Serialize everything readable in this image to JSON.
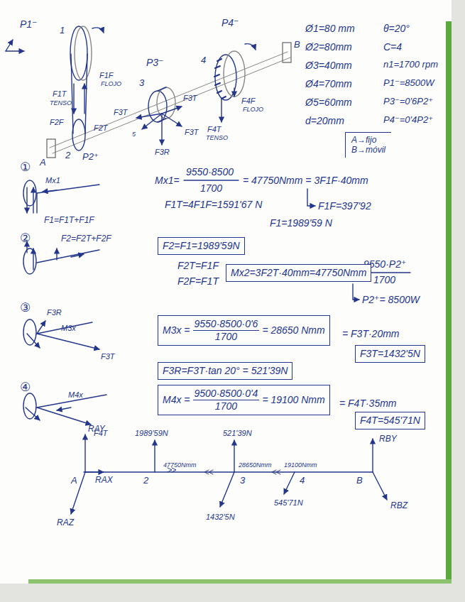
{
  "diagram": {
    "nodes": [
      {
        "text": [
          "A→fijo",
          "B→móvil"
        ]
      },
      {
        "text": [
          "F2=F1=1989'59N"
        ]
      },
      {
        "text": [
          "Mx2=3F2T·40mm=47750Nmm"
        ]
      },
      {
        "text": [
          "M3x =",
          "9550·8500·0'6",
          "1700",
          "= 28650 Nmm"
        ]
      },
      {
        "text": [
          "F3T=1432'5N"
        ]
      },
      {
        "text": [
          "F3R=F3T·tan 20° = 521'39N"
        ]
      },
      {
        "text": [
          "M4x =",
          "9500·8500·0'4",
          "1700",
          "= 19100 Nmm"
        ]
      },
      {
        "text": [
          "F4T=545'71N"
        ]
      }
    ],
    "labels": [
      "P1⁻",
      "1",
      "F1T",
      "TENSO",
      "F1F",
      "FLOJO",
      "F2F",
      "F2T",
      "2",
      "P2⁺",
      "A",
      "P3⁻",
      "3",
      "F3T",
      "F3T",
      "5",
      "F3R",
      "F3T",
      "4",
      "P4⁻",
      "B",
      "F4F",
      "FLOJO",
      "F4T",
      "TENSO",
      "Ø1=80 mm",
      "θ=20°",
      "Ø2=80mm",
      "C=4",
      "Ø3=40mm",
      "n1=1700 rpm",
      "Ø4=70mm",
      "P1⁻=8500W",
      "Ø5=60mm",
      "P3⁻=0'6P2⁺",
      "d=20mm",
      "P4⁻=0'4P2⁺",
      "①",
      "Mx1",
      "F1=F1T+F1F",
      "Mx1=",
      "9550·8500",
      "1700",
      "= 47750Nmm = 3F1F·40mm",
      "F1T=4F1F=1591'67 N",
      "F1F=397'92",
      "F1=1989'59 N",
      "②",
      "F2=F2T+F2F",
      "F2T=F1F",
      "F2F=F1T",
      "=",
      "9550·P2⁺",
      "1700",
      "P2⁺= 8500W",
      "③",
      "F3R",
      "M3x",
      "F3T",
      "= F3T·20mm",
      "④",
      "M4x",
      "F4T",
      "= F4T·35mm",
      "RAY",
      "A",
      "RAX",
      "RAZ",
      "2",
      "1989'59N",
      "47750Nmm",
      "521'39N",
      "3",
      "28650Nmm",
      "19100Nmm",
      "4",
      "1432'5N",
      "545'71N",
      "RBY",
      "B",
      "RBZ"
    ]
  }
}
